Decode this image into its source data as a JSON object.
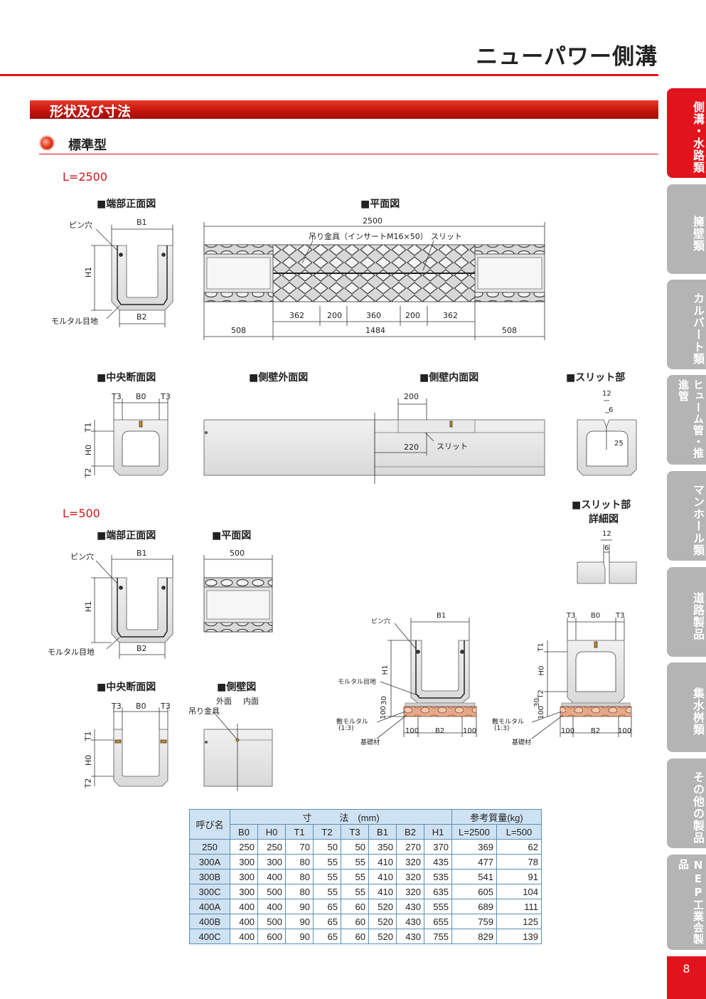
{
  "header": {
    "title": "ニューパワー側溝"
  },
  "section": {
    "title": "形状及び寸法"
  },
  "subsection": {
    "title": "標準型"
  },
  "l2500": {
    "label": "L=2500",
    "end_front": {
      "title": "■端部正面図",
      "pin_hole": "ピン穴",
      "mortar_joint": "モルタル目地",
      "b1": "B1",
      "b2": "B2",
      "h1": "H1"
    },
    "plan": {
      "title": "■平面図",
      "length": "2500",
      "hook_note": "吊り金具（インサートM16×50）",
      "slit": "スリット",
      "dims_upper": [
        "362",
        "200",
        "360",
        "200",
        "362"
      ],
      "dims_lower": [
        "508",
        "1484",
        "508"
      ]
    },
    "center_section": {
      "title": "■中央断面図",
      "t3a": "T3",
      "b0": "B0",
      "t3b": "T3",
      "t1": "T1",
      "h0": "H0",
      "t2": "T2"
    },
    "side_outer": {
      "title": "■側壁外面図"
    },
    "side_inner": {
      "title": "■側壁内面図",
      "d200": "200",
      "d220": "220",
      "slit": "スリット"
    },
    "slit_part": {
      "title": "■スリット部",
      "d12": "12",
      "d6": "6",
      "d25": "25"
    }
  },
  "slit_detail": {
    "title_line1": "■スリット部",
    "title_line2": "詳細図",
    "d12": "12",
    "d6": "6"
  },
  "l500": {
    "label": "L=500",
    "end_front": {
      "title": "■端部正面図",
      "pin_hole": "ピン穴",
      "mortar_joint": "モルタル目地",
      "b1": "B1",
      "b2": "B2",
      "h1": "H1"
    },
    "plan": {
      "title": "■平面図",
      "length": "500"
    },
    "center_section": {
      "title": "■中央断面図",
      "t3a": "T3",
      "b0": "B0",
      "t3b": "T3",
      "t1": "T1",
      "h0": "H0",
      "t2": "T2"
    },
    "side": {
      "title": "■側壁図",
      "outer": "外面",
      "inner": "内面",
      "hook": "吊り金具"
    }
  },
  "install1": {
    "pin_hole": "ピン穴",
    "b1": "B1",
    "h1": "H1",
    "mortar_joint": "モルタル目地",
    "d100v": "100",
    "d30": "30",
    "bed_mortar": "敷モルタル",
    "ratio": "(1:3)",
    "base": "基礎材",
    "d100a": "100",
    "b2": "B2",
    "d100b": "100"
  },
  "install2": {
    "t3a": "T3",
    "b0": "B0",
    "t3b": "T3",
    "t1": "T1",
    "h0": "H0",
    "t2": "T2",
    "d30": "30",
    "d100v": "100",
    "bed_mortar": "敷モルタル",
    "ratio": "(1:3)",
    "base": "基礎材",
    "d100a": "100",
    "b2": "B2",
    "d100b": "100"
  },
  "table": {
    "name_header": "呼び名",
    "dims_header": "寸　　　法　(mm)",
    "weight_header": "参考質量(kg)",
    "columns": [
      "B0",
      "H0",
      "T1",
      "T2",
      "T3",
      "B1",
      "B2",
      "H1",
      "L=2500",
      "L=500"
    ],
    "rows": [
      [
        "250",
        "250",
        "250",
        "70",
        "50",
        "50",
        "350",
        "270",
        "370",
        "369",
        "62"
      ],
      [
        "300A",
        "300",
        "300",
        "80",
        "55",
        "55",
        "410",
        "320",
        "435",
        "477",
        "78"
      ],
      [
        "300B",
        "300",
        "400",
        "80",
        "55",
        "55",
        "410",
        "320",
        "535",
        "541",
        "91"
      ],
      [
        "300C",
        "300",
        "500",
        "80",
        "55",
        "55",
        "410",
        "320",
        "635",
        "605",
        "104"
      ],
      [
        "400A",
        "400",
        "400",
        "90",
        "65",
        "60",
        "520",
        "430",
        "555",
        "689",
        "111"
      ],
      [
        "400B",
        "400",
        "500",
        "90",
        "65",
        "60",
        "520",
        "430",
        "655",
        "759",
        "125"
      ],
      [
        "400C",
        "400",
        "600",
        "90",
        "65",
        "60",
        "520",
        "430",
        "755",
        "829",
        "139"
      ]
    ]
  },
  "side_tabs": [
    "側溝・水路類",
    "擁壁類",
    "カルバート類",
    "ヒューム管・推進管",
    "マンホール類",
    "道路製品",
    "集水桝類",
    "その他の製品",
    "NEP工業会製品"
  ],
  "page_number": "8",
  "colors": {
    "accent": "#e1141d",
    "tab_inactive": "#b4b4b4",
    "table_header": "#cfe2f2"
  }
}
